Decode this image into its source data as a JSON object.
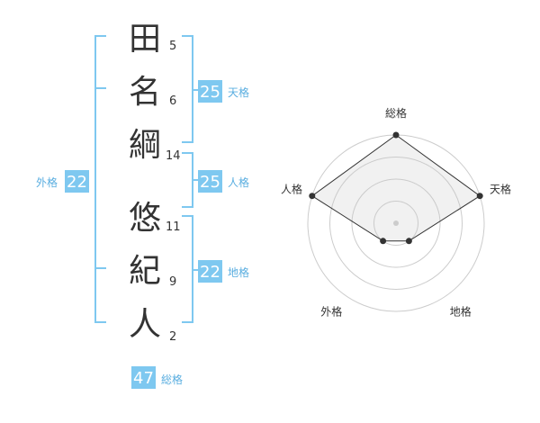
{
  "colors": {
    "bracket": "#7ec8f0",
    "badge_bg": "#7ec8f0",
    "badge_label": "#5aaee0",
    "text": "#333333",
    "radar_fill": "#f2f2f2",
    "radar_grid": "#cccccc"
  },
  "name": {
    "characters": [
      {
        "char": "田",
        "strokes": "5"
      },
      {
        "char": "名",
        "strokes": "6"
      },
      {
        "char": "綱",
        "strokes": "14"
      },
      {
        "char": "悠",
        "strokes": "11"
      },
      {
        "char": "紀",
        "strokes": "9"
      },
      {
        "char": "人",
        "strokes": "2"
      }
    ]
  },
  "fortune": {
    "tenkaku": {
      "value": "25",
      "label": "天格"
    },
    "jinkaku": {
      "value": "25",
      "label": "人格"
    },
    "chikaku": {
      "value": "22",
      "label": "地格"
    },
    "gaikaku": {
      "value": "22",
      "label": "外格"
    },
    "sokaku": {
      "value": "47",
      "label": "総格"
    }
  },
  "chart_data": {
    "type": "radar",
    "axes": [
      "総格",
      "天格",
      "地格",
      "外格",
      "人格"
    ],
    "values": [
      4,
      4,
      1,
      1,
      4
    ],
    "max": 4
  }
}
